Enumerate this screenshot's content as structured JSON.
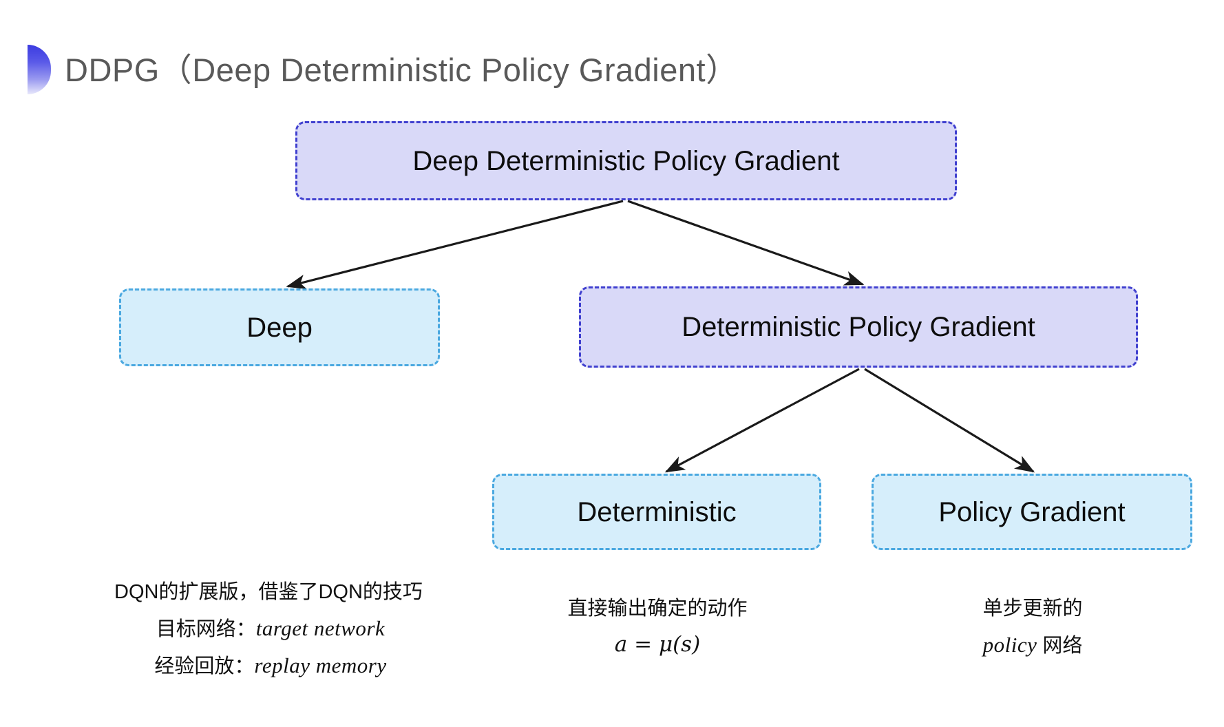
{
  "slide": {
    "title": "DDPG（Deep Deterministic Policy Gradient）",
    "background": "#ffffff"
  },
  "colors": {
    "purple_fill": "#d9d9f8",
    "purple_border": "#4040cf",
    "blue_fill": "#d6eefb",
    "blue_border": "#4aa8e0",
    "title_text": "#595959",
    "arrow": "#1a1a1a"
  },
  "diagram": {
    "nodes": [
      {
        "id": "root",
        "label": "Deep Deterministic Policy Gradient",
        "style": "purple"
      },
      {
        "id": "deep",
        "label": "Deep",
        "style": "blue"
      },
      {
        "id": "dpg",
        "label": "Deterministic Policy Gradient",
        "style": "purple"
      },
      {
        "id": "deterministic",
        "label": "Deterministic",
        "style": "blue"
      },
      {
        "id": "policy_gradient",
        "label": "Policy Gradient",
        "style": "blue"
      }
    ],
    "edges": [
      {
        "from": "root",
        "to": "deep"
      },
      {
        "from": "root",
        "to": "dpg"
      },
      {
        "from": "dpg",
        "to": "deterministic"
      },
      {
        "from": "dpg",
        "to": "policy_gradient"
      }
    ]
  },
  "captions": {
    "deep": {
      "line1": "DQN的扩展版，借鉴了DQN的技巧",
      "line2_label": "目标网络：",
      "line2_term": "target network",
      "line3_label": "经验回放：",
      "line3_term": "replay memory"
    },
    "deterministic": {
      "line1": "直接输出确定的动作",
      "formula": "a = μ(s)"
    },
    "policy_gradient": {
      "line1": "单步更新的",
      "line2_term": "policy",
      "line2_suffix": " 网络"
    }
  }
}
